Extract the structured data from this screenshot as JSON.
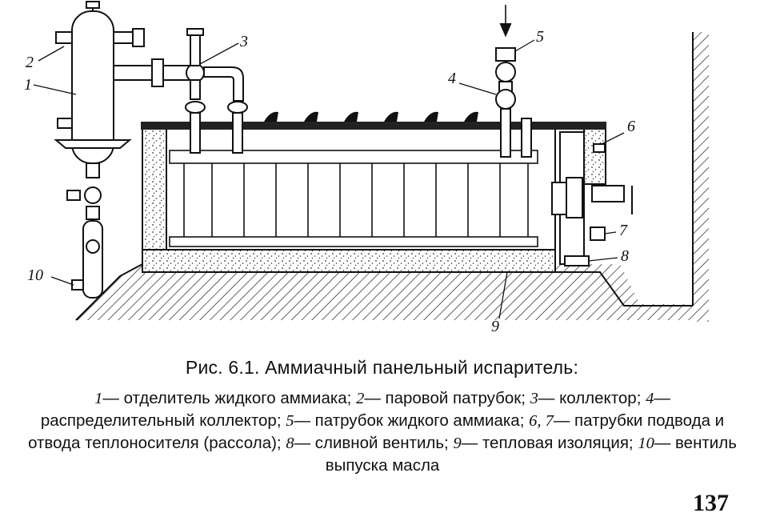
{
  "figure": {
    "labels": [
      "1",
      "2",
      "3",
      "4",
      "5",
      "6",
      "7",
      "8",
      "9",
      "10"
    ]
  },
  "caption": {
    "title": "Рис. 6.1. Аммиачный панельный испаритель:",
    "items": [
      {
        "num": "1",
        "text": "— отделитель жидкого аммиака; "
      },
      {
        "num": "2",
        "text": "— паровой патрубок; "
      },
      {
        "num": "3",
        "text": "— коллектор; "
      },
      {
        "num": "4",
        "text": "— распределительный коллектор; "
      },
      {
        "num": "5",
        "text": "— патрубок жидкого аммиака; "
      },
      {
        "num": "6, 7",
        "text": "— патрубки подвода и отвода теплоносителя (рассола); "
      },
      {
        "num": "8",
        "text": "— сливной вентиль; "
      },
      {
        "num": "9",
        "text": "— тепловая изоляция; "
      },
      {
        "num": "10",
        "text": "— вентиль выпуска масла"
      }
    ]
  },
  "page_number": "137"
}
